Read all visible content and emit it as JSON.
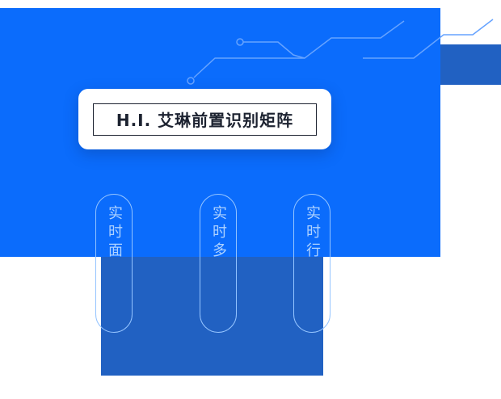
{
  "hero": {
    "title": "H.I. 艾琳前置识别矩阵"
  },
  "capsules": [
    {
      "label": "实时面"
    },
    {
      "label": "实时多"
    },
    {
      "label": "实时行"
    }
  ],
  "colors": {
    "panel": "#0b6cfc",
    "accent_panel": "#2161c2",
    "circuit": "#66a3ff",
    "capsule_border": "#94c4ff",
    "capsule_text": "#aed2ff",
    "title_text": "#1c2230",
    "card_bg": "#ffffff"
  }
}
